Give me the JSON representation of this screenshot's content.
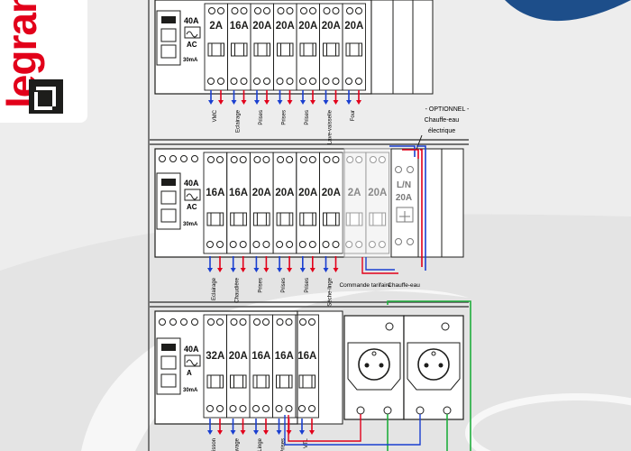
{
  "brand": {
    "name": "legrand"
  },
  "rows": [
    {
      "id": "row1",
      "differential": {
        "rating": "40A",
        "type": "AC",
        "sensitivity": "30mA"
      },
      "breakers": [
        "2A",
        "16A",
        "20A",
        "20A",
        "20A",
        "20A",
        "20A"
      ],
      "circuits": [
        "VMC",
        "Eclairage",
        "Prises",
        "Prises",
        "Prises",
        "Lave-vaisselle",
        "Four"
      ]
    },
    {
      "id": "row2",
      "differential": {
        "rating": "40A",
        "type": "AC",
        "sensitivity": "30mA"
      },
      "breakers": [
        "16A",
        "16A",
        "20A",
        "20A",
        "20A",
        "20A",
        "2A",
        "20A"
      ],
      "contactor": {
        "top": "L/N",
        "rating": "20A"
      },
      "circuits": [
        "Eclairage",
        "Chaudière",
        "Prises",
        "Prises",
        "Prises",
        "Sèche-linge"
      ],
      "labels": {
        "tariff": "Commande tarifaire",
        "water_heater": "Chauffe-eau"
      }
    },
    {
      "id": "row3",
      "differential": {
        "rating": "40A",
        "type": "A",
        "sensitivity": "30mA"
      },
      "breakers": [
        "32A",
        "20A",
        "16A",
        "16A",
        "16A"
      ],
      "circuits": [
        "Cuisson",
        "Lavage",
        "Linge",
        "Prises",
        "VTL"
      ]
    }
  ],
  "optional_note": {
    "title": "- OPTIONNEL -",
    "line1": "Chauffe-eau",
    "line2": "électrique"
  },
  "colors": {
    "phase": "#e2001a",
    "neutral": "#1a3fd0",
    "earth": "#1fae3c",
    "frame": "#4a4a4a"
  }
}
